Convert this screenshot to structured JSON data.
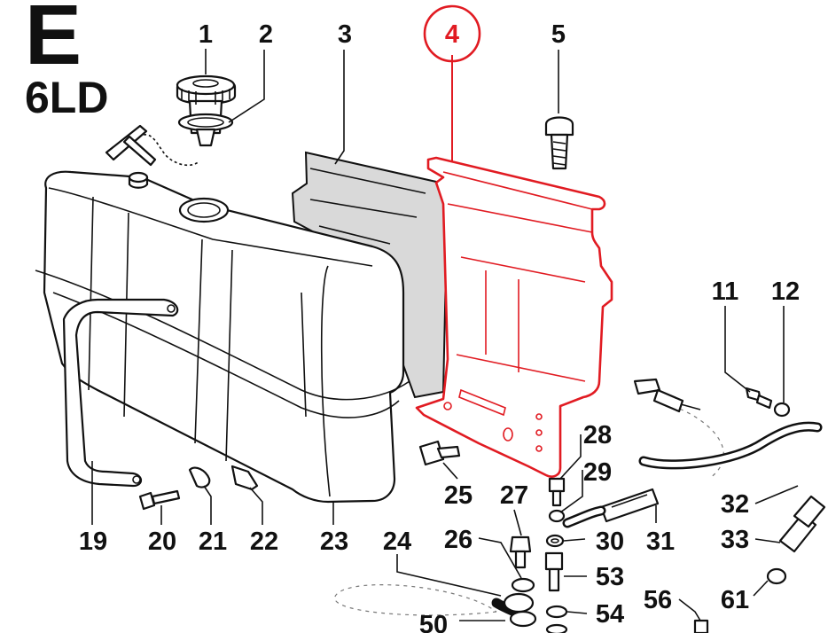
{
  "header": {
    "section_letter": "E",
    "model": "6LD"
  },
  "highlight": {
    "color": "#e11b22",
    "part_number": "4"
  },
  "callouts": [
    "1",
    "2",
    "3",
    "4",
    "5",
    "11",
    "12",
    "19",
    "20",
    "21",
    "22",
    "23",
    "24",
    "25",
    "26",
    "27",
    "28",
    "29",
    "30",
    "31",
    "32",
    "33",
    "50",
    "53",
    "54",
    "56",
    "61"
  ],
  "parts": {
    "fuel_tank": "23",
    "filler_cap": "1",
    "cap_gasket": "2",
    "insulation_pad": "3",
    "heat_shield_plate": "4",
    "bolt": "5",
    "tank_strap": "19"
  }
}
